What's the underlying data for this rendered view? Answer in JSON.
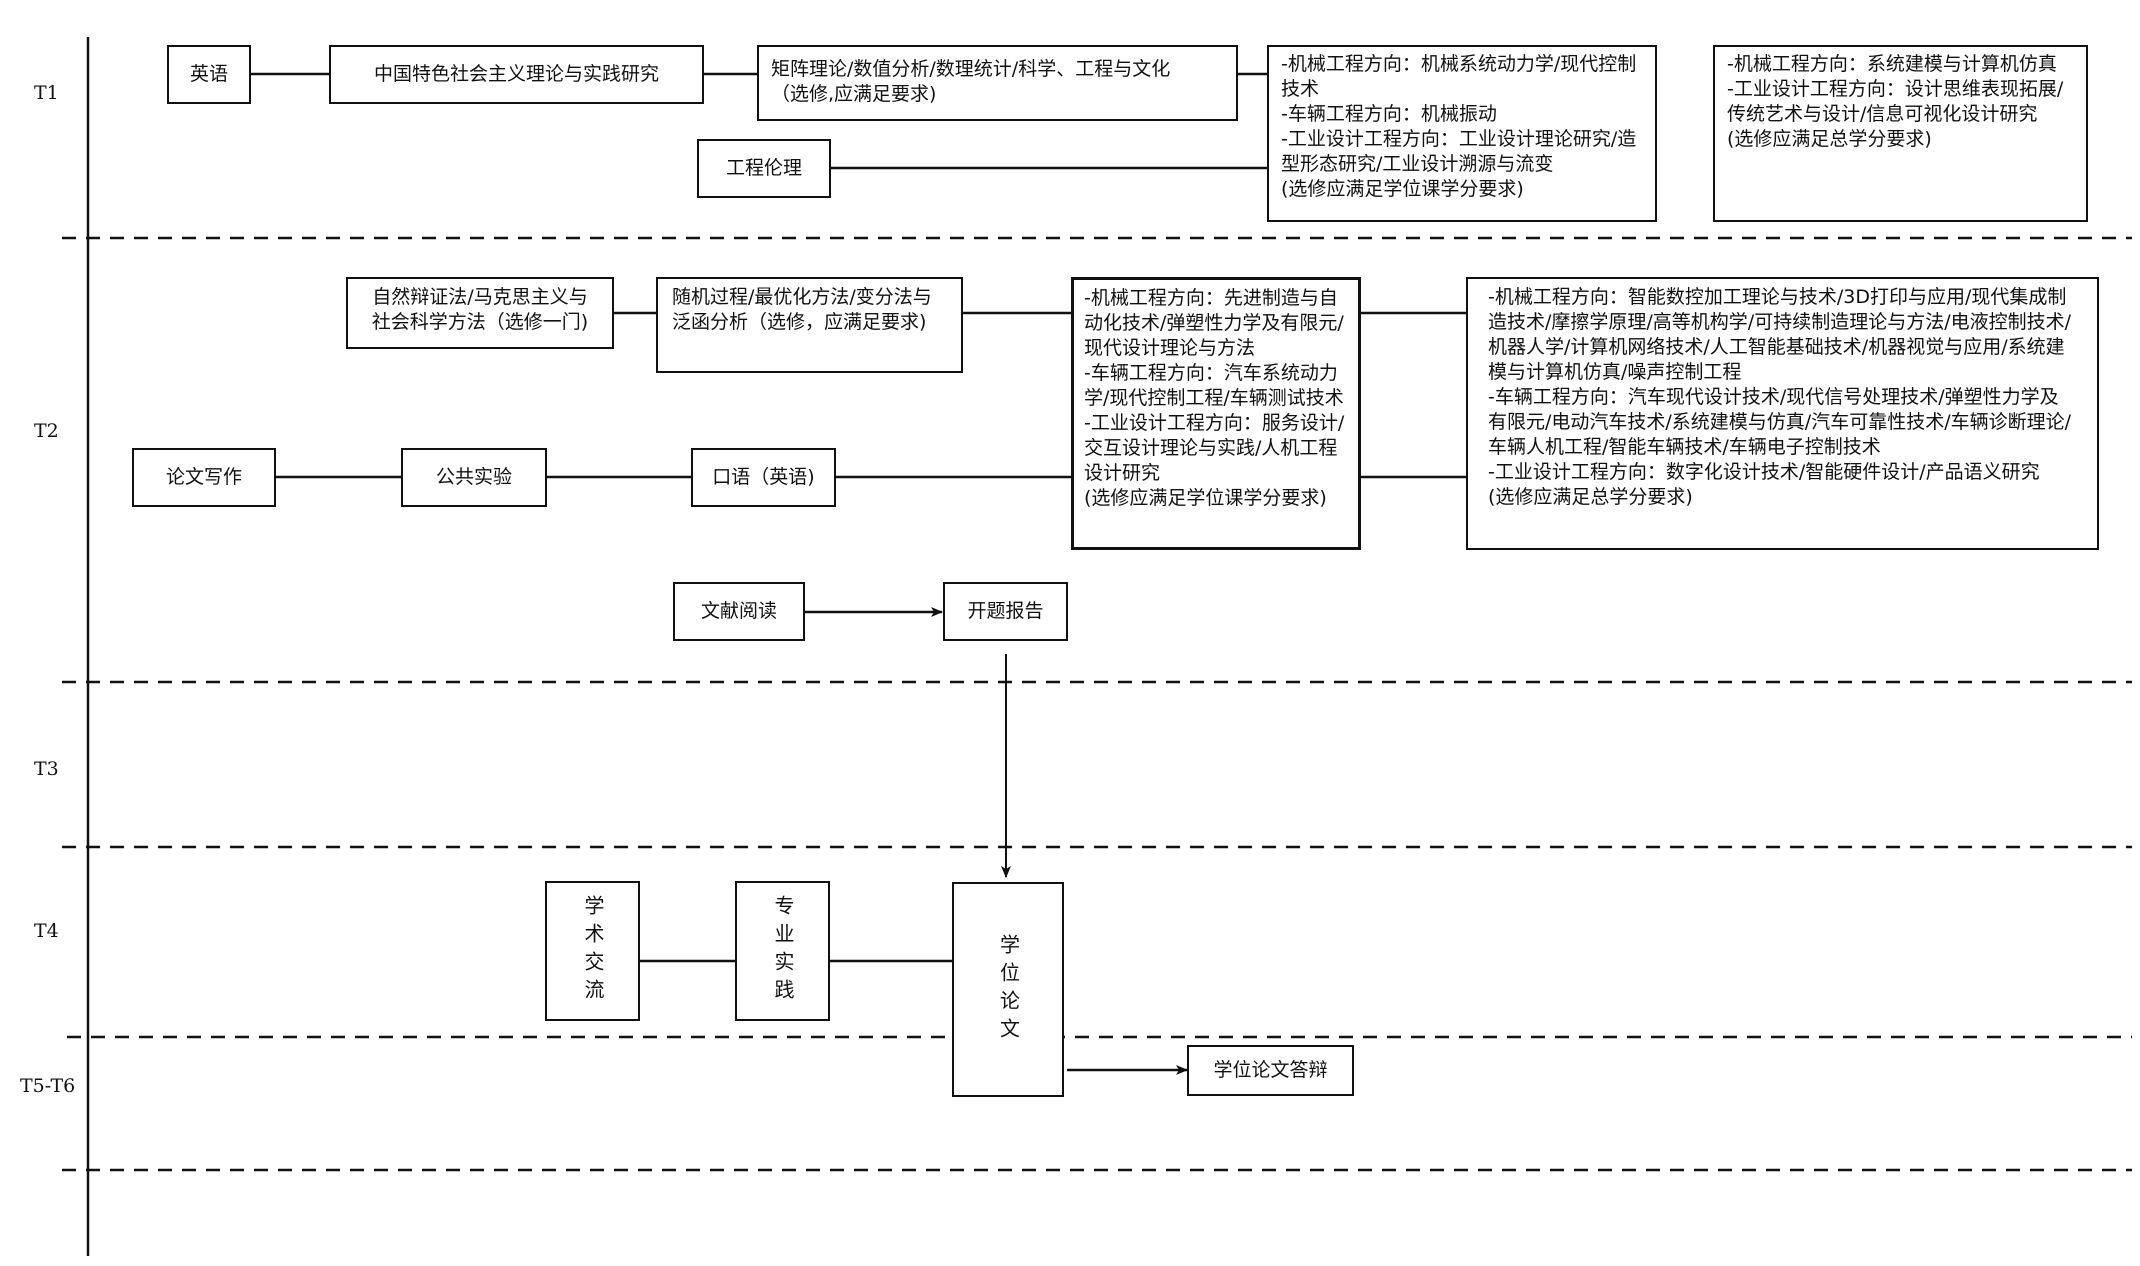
{
  "diagram": {
    "periods": [
      "T1",
      "T2",
      "T3",
      "T4",
      "T5-T6"
    ],
    "t1": {
      "english": "英语",
      "socialism": "中国特色社会主义理论与实践研究",
      "math": "矩阵理论/数值分析/数理统计/科学、工程与文化\n（选修,应满足要求)",
      "ethics": "工程伦理",
      "degree_electives": "-机械工程方向：机械系统动力学/现代控制技术\n-车辆工程方向：机械振动\n-工业设计工程方向：工业设计理论研究/造型形态研究/工业设计溯源与流变\n(选修应满足学位课学分要求)",
      "general_electives": "-机械工程方向：系统建模与计算机仿真\n-工业设计工程方向：设计思维表现拓展/传统艺术与设计/信息可视化设计研究\n(选修应满足总学分要求)"
    },
    "t2": {
      "dialectics": "自然辩证法/马克思主义与社会科学方法（选修一门)",
      "stochastic": "随机过程/最优化方法/变分法与泛函分析（选修，应满足要求)",
      "degree_electives": "-机械工程方向：先进制造与自动化技术/弹塑性力学及有限元/现代设计理论与方法\n-车辆工程方向：汽车系统动力学/现代控制工程/车辆测试技术\n-工业设计工程方向：服务设计/交互设计理论与实践/人机工程设计研究\n(选修应满足学位课学分要求)",
      "general_electives": "-机械工程方向：智能数控加工理论与技术/3D打印与应用/现代集成制造技术/摩擦学原理/高等机构学/可持续制造理论与方法/电液控制技术/机器人学/计算机网络技术/人工智能基础技术/机器视觉与应用/系统建模与计算机仿真/噪声控制工程\n-车辆工程方向：汽车现代设计技术/现代信号处理技术/弹塑性力学及有限元/电动汽车技术/系统建模与仿真/汽车可靠性技术/车辆诊断理论/车辆人机工程/智能车辆技术/车辆电子控制技术\n-工业设计工程方向：数字化设计技术/智能硬件设计/产品语义研究\n(选修应满足总学分要求)",
      "thesis_writing": "论文写作",
      "public_lab": "公共实验",
      "oral_english": "口语（英语)",
      "literature": "文献阅读",
      "proposal": "开题报告"
    },
    "t4": {
      "academic_exchange": "学术交流",
      "practice": "专业实践",
      "thesis": "学位论文"
    },
    "t56": {
      "defense": "学位论文答辩"
    }
  }
}
